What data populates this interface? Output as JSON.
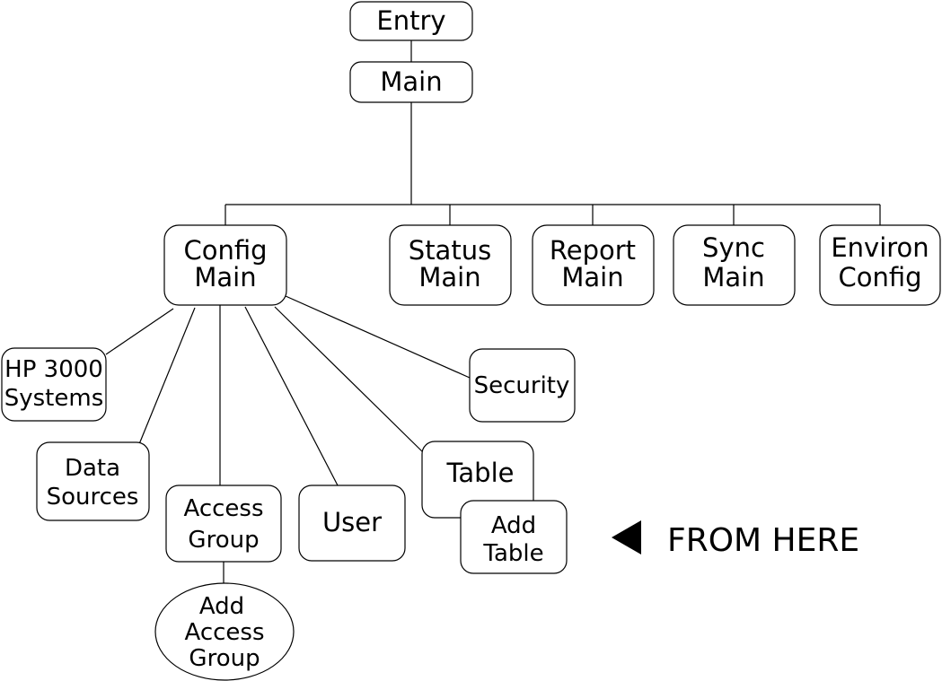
{
  "nodes": {
    "entry": "Entry",
    "main": "Main",
    "config_main": [
      "Config",
      "Main"
    ],
    "status_main": [
      "Status",
      "Main"
    ],
    "report_main": [
      "Report",
      "Main"
    ],
    "sync_main": [
      "Sync",
      "Main"
    ],
    "environ_config": [
      "Environ",
      "Config"
    ],
    "hp3000_systems": [
      "HP 3000",
      "Systems"
    ],
    "data_sources": [
      "Data",
      "Sources"
    ],
    "access_group": [
      "Access",
      "Group"
    ],
    "user": "User",
    "table": "Table",
    "security": "Security",
    "add_table": [
      "Add",
      "Table"
    ],
    "add_access_group": [
      "Add",
      "Access",
      "Group"
    ]
  },
  "pointer": {
    "label": "FROM HERE"
  }
}
